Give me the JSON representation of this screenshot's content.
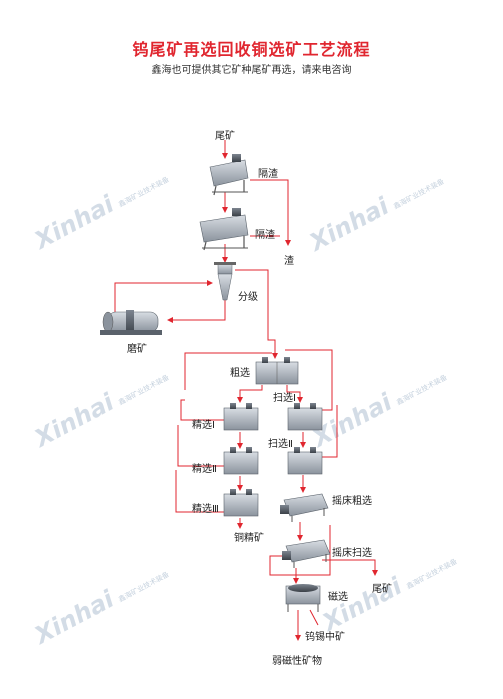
{
  "title": "钨尾矿再选回收铜选矿工艺流程",
  "subtitle": "鑫海也可提供其它矿种尾矿再选，请来电咨询",
  "watermark": {
    "brand": "Xinhai",
    "slogan": "鑫海矿业技术装备"
  },
  "labels": {
    "tailings_in": "尾矿",
    "slag1": "隔渣",
    "slag2": "隔渣",
    "slag_out": "渣",
    "classify": "分级",
    "grinding": "磨矿",
    "rougher": "粗选",
    "scav1": "扫选Ⅰ",
    "scav2": "扫选Ⅱ",
    "clean1": "精选Ⅰ",
    "clean2": "精选Ⅱ",
    "clean3": "精选Ⅲ",
    "cu_conc": "铜精矿",
    "table_rough": "摇床粗选",
    "table_scav": "摇床扫选",
    "tailings_out": "尾矿",
    "magnetic": "磁选",
    "w_sn_mid": "钨锡中矿",
    "weak_mag": "弱磁性矿物"
  },
  "colors": {
    "title": "#e0262f",
    "flow": "#e0262f",
    "equipment": "#6b7480"
  }
}
